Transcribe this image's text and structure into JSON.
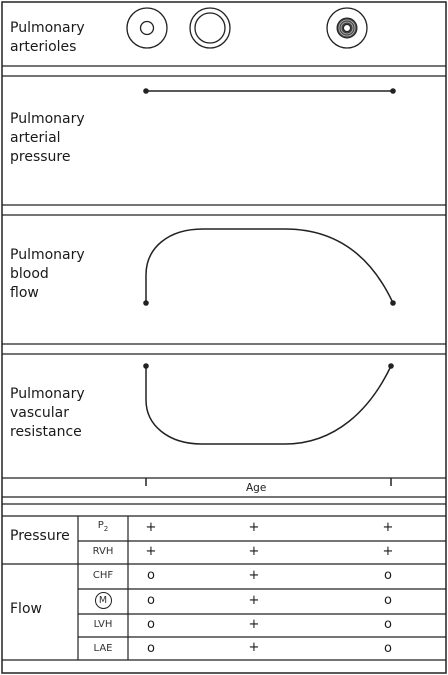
{
  "panels": [
    {
      "label": "Pulmonary\narterioles"
    },
    {
      "label": "Pulmonary\narterial\npressure"
    },
    {
      "label": "Pulmonary\nblood\nflow"
    },
    {
      "label": "Pulmonary\nvascular\nresistance"
    }
  ],
  "axis": {
    "label": "Age"
  },
  "table": {
    "groups": [
      {
        "name": "Pressure",
        "rows": [
          {
            "label": "P",
            "label_sub": "2",
            "values": [
              "+",
              "+",
              "+"
            ]
          },
          {
            "label": "RVH",
            "values": [
              "+",
              "+",
              "+"
            ]
          }
        ]
      },
      {
        "name": "Flow",
        "rows": [
          {
            "label": "CHF",
            "values": [
              "o",
              "+",
              "o"
            ]
          },
          {
            "label": "M",
            "label_circled": true,
            "values": [
              "o",
              "+",
              "o"
            ]
          },
          {
            "label": "LVH",
            "values": [
              "o",
              "+",
              "o"
            ]
          },
          {
            "label": "LAE",
            "values": [
              "o",
              "+",
              "o"
            ]
          }
        ]
      }
    ]
  }
}
